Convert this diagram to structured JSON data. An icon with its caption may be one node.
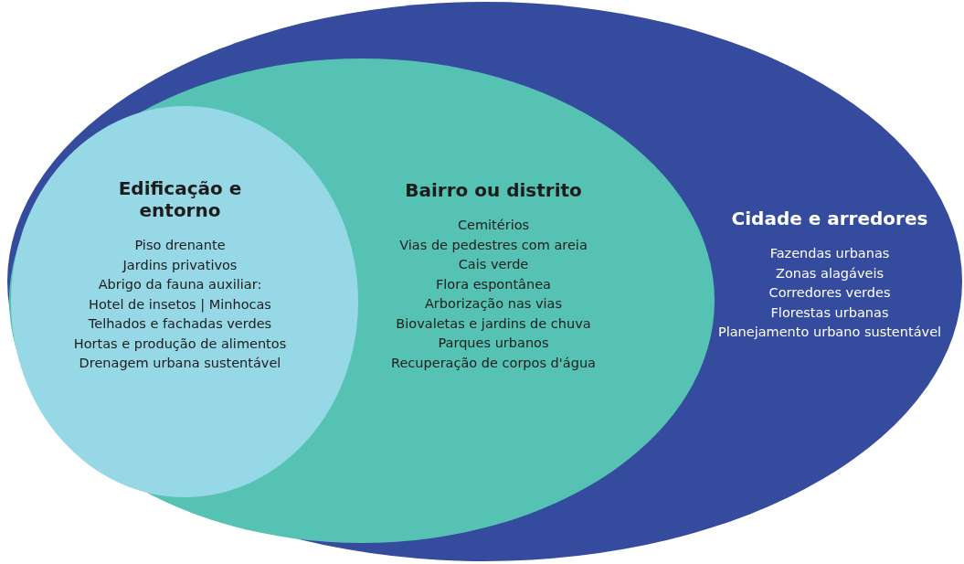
{
  "diagram": {
    "nodes": [
      {
        "text": [
          "Cidade e arredores",
          "Fazendas urbanas",
          "Zonas alagáveis",
          "Corredores verdes",
          "Florestas urbanas",
          "Planejamento urbano sustentável"
        ]
      },
      {
        "text": [
          "Bairro ou distrito",
          "Cemitérios",
          "Vias de pedestres com areia",
          "Cais verde",
          "Flora espontânea",
          "Arborização nas vias",
          "Biovaletas e jardins de chuva",
          "Parques urbanos",
          "Recuperação de corpos d'água"
        ],
        "in": 0
      },
      {
        "text": [
          "Edificação e entorno",
          "Piso drenante",
          "Jardins privativos",
          "Abrigo da fauna auxiliar:",
          "Hotel de insetos | Minhocas",
          "Telhados e fachadas verdes",
          "Hortas e produção de alimentos",
          "Drenagem urbana sustentável"
        ],
        "in": 1
      }
    ]
  }
}
